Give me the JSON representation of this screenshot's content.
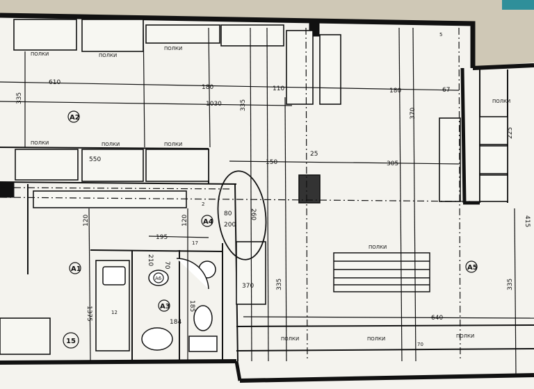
{
  "plan": {
    "dims": {
      "d610": "610",
      "d180a": "180",
      "d110": "110",
      "d180b": "180",
      "d1030": "1030",
      "d335a": "335",
      "d335b": "335",
      "d335c": "335",
      "d335d": "335",
      "d150": "150",
      "d305": "305",
      "d25": "25",
      "d550": "550",
      "d120a": "120",
      "d120b": "120",
      "d195": "195",
      "d370a": "370",
      "d370b": "370",
      "d70": "70",
      "d210": "210",
      "d185": "185",
      "d184": "184",
      "d640": "640",
      "d80": "80",
      "d200": "200",
      "d260": "260",
      "d1375": "1375",
      "d415": "415",
      "d225": "225",
      "d67": "67",
      "d2": "2",
      "d12": "12",
      "d17": "17",
      "d5": "5",
      "d70b": "70"
    },
    "rooms": {
      "a2": "A2",
      "a1": "A1",
      "a3": "A3",
      "a4": "A4",
      "a5": "A5",
      "a6": "A6",
      "n15": "15"
    },
    "notes": {
      "t1": "ПОЛКИ",
      "t2": "ПОЛКИ",
      "t3": "ПОЛКИ",
      "t4": "ПОЛКИ",
      "t5": "ПОЛКИ",
      "t6": "ПОЛКИ",
      "t7": "ПОЛКИ",
      "t8": "ПОЛКИ",
      "t9": "ПОЛКИ",
      "t10": "ПОЛКИ",
      "t11": "ПОЛКИ"
    }
  }
}
